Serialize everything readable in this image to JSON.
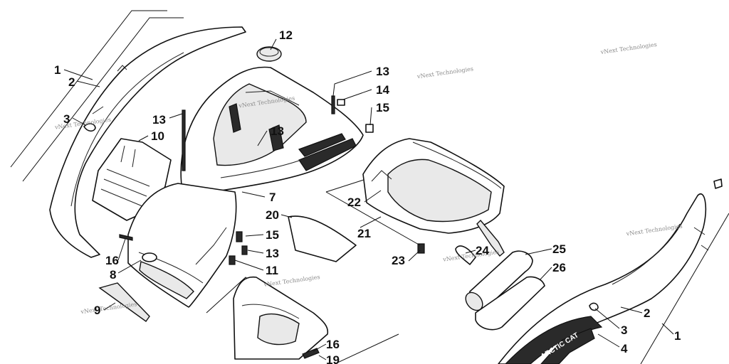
{
  "callouts": [
    {
      "id": "c1a",
      "label": "1"
    },
    {
      "id": "c2a",
      "label": "2"
    },
    {
      "id": "c3a",
      "label": "3"
    },
    {
      "id": "c10",
      "label": "10"
    },
    {
      "id": "c12",
      "label": "12"
    },
    {
      "id": "c13a",
      "label": "13"
    },
    {
      "id": "c13b",
      "label": "13"
    },
    {
      "id": "c13c",
      "label": "13"
    },
    {
      "id": "c14",
      "label": "14"
    },
    {
      "id": "c15a",
      "label": "15"
    },
    {
      "id": "c7",
      "label": "7"
    },
    {
      "id": "c20",
      "label": "20"
    },
    {
      "id": "c21",
      "label": "21"
    },
    {
      "id": "c22",
      "label": "22"
    },
    {
      "id": "c23",
      "label": "23"
    },
    {
      "id": "c15b",
      "label": "15"
    },
    {
      "id": "c13d",
      "label": "13"
    },
    {
      "id": "c11",
      "label": "11"
    },
    {
      "id": "c16a",
      "label": "16"
    },
    {
      "id": "c8",
      "label": "8"
    },
    {
      "id": "c9",
      "label": "9"
    },
    {
      "id": "c16b",
      "label": "16"
    },
    {
      "id": "c19",
      "label": "19"
    },
    {
      "id": "c24",
      "label": "24"
    },
    {
      "id": "c25",
      "label": "25"
    },
    {
      "id": "c26",
      "label": "26"
    },
    {
      "id": "c2b",
      "label": "2"
    },
    {
      "id": "c3b",
      "label": "3"
    },
    {
      "id": "c4",
      "label": "4"
    },
    {
      "id": "c1b",
      "label": "1"
    }
  ],
  "watermark": "vNext Technologies",
  "decal_text": "ARCTIC CAT"
}
